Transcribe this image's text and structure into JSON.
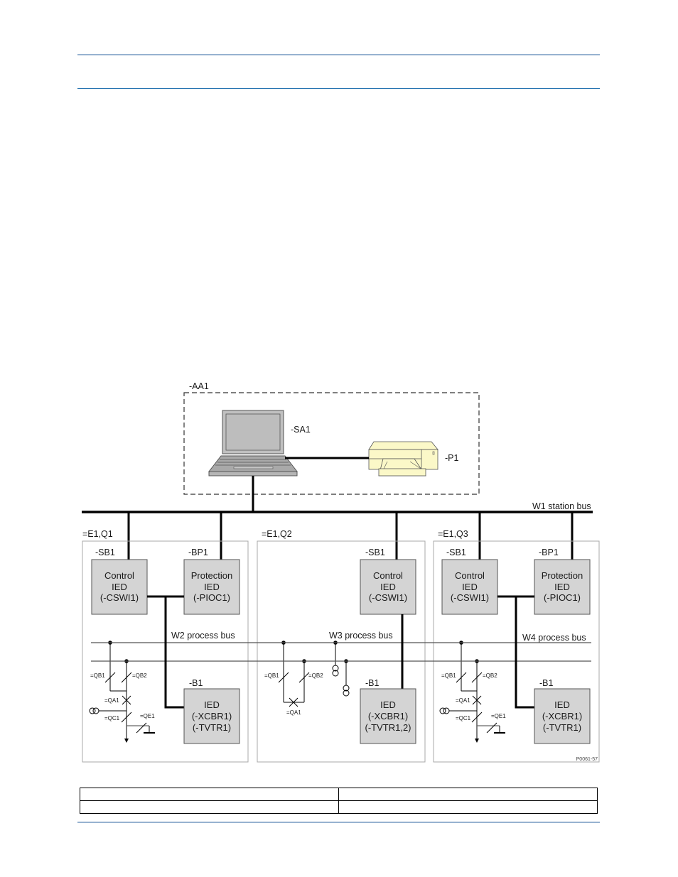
{
  "page": {
    "header_rule_color": "#97b2d0",
    "header_sub_rule_color": "#1f6fae",
    "footer_rule_color": "#97b2d0"
  },
  "diagram": {
    "station_group": {
      "label": "-AA1",
      "computer_label": "-SA1",
      "printer_label": "-P1"
    },
    "station_bus_label": "W1 station bus",
    "bays": [
      {
        "label": "=E1,Q1",
        "process_bus_label": "W2 process bus",
        "control": {
          "tag": "-SB1",
          "lines": [
            "Control",
            "IED",
            "(-CSWI1)"
          ]
        },
        "protection": {
          "tag": "-BP1",
          "lines": [
            "Protection",
            "IED",
            "(-PIOC1)"
          ]
        },
        "merging": {
          "tag": "-B1",
          "lines": [
            "IED",
            "(-XCBR1)",
            "(-TVTR1)"
          ]
        },
        "switches": {
          "qb1": "=QB1",
          "qb2": "=QB2",
          "qa1": "=QA1",
          "qc1": "=QC1",
          "qe1": "=QE1"
        }
      },
      {
        "label": "=E1,Q2",
        "process_bus_label": "W3 process bus",
        "control": {
          "tag": "-SB1",
          "lines": [
            "Control",
            "IED",
            "(-CSWI1)"
          ]
        },
        "merging": {
          "tag": "-B1",
          "lines": [
            "IED",
            "(-XCBR1)",
            "(-TVTR1,2)"
          ]
        },
        "switches": {
          "qb1": "=QB1",
          "qb2": "=QB2",
          "qa1": "=QA1"
        }
      },
      {
        "label": "=E1,Q3",
        "process_bus_label": "W4 process bus",
        "control": {
          "tag": "-SB1",
          "lines": [
            "Control",
            "IED",
            "(-CSWI1)"
          ]
        },
        "protection": {
          "tag": "-BP1",
          "lines": [
            "Protection",
            "IED",
            "(-PIOC1)"
          ]
        },
        "merging": {
          "tag": "-B1",
          "lines": [
            "IED",
            "(-XCBR1)",
            "(-TVTR1)"
          ]
        },
        "switches": {
          "qb1": "=QB1",
          "qb2": "=QB2",
          "qa1": "=QA1",
          "qc1": "=QC1",
          "qe1": "=QE1"
        }
      }
    ],
    "figure_id": "P0061-57",
    "colors": {
      "ied_fill": "#d4d4d4",
      "printer_fill": "#fbf8c8",
      "laptop_fill": "#c0c0c0",
      "bay_border": "#a8a8a8"
    }
  },
  "caption_table": {
    "rows": [
      [
        "",
        ""
      ],
      [
        "",
        ""
      ]
    ]
  }
}
